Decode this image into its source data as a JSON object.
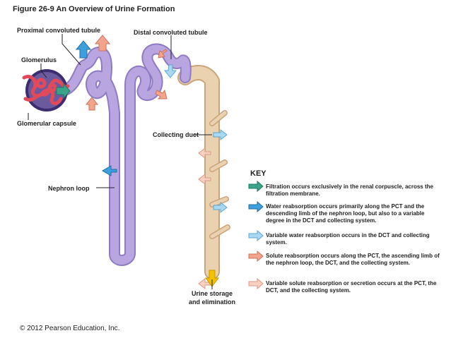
{
  "title": "Figure 26-9  An Overview of Urine Formation",
  "labels": {
    "pct": "Proximal convoluted tubule",
    "dct": "Distal convoluted tubule",
    "glomerulus": "Glomerulus",
    "capsule": "Glomerular capsule",
    "collecting": "Collecting duct",
    "loop": "Nephron loop",
    "urine_1": "Urine storage",
    "urine_2": "and elimination"
  },
  "key": {
    "heading": "KEY",
    "items": [
      {
        "color": "#3aa48a",
        "icon": "filtration-arrow",
        "text": "Filtration occurs exclusively in the renal corpuscle, across the filtration membrane."
      },
      {
        "color": "#3d9fdc",
        "icon": "water-reabsorption-arrow",
        "text": "Water reabsorption occurs primarily along the PCT and the descending limb of the nephron loop, but also to a variable degree in the DCT and collecting system."
      },
      {
        "color": "#a8d8f2",
        "icon": "variable-water-reabsorption-arrow",
        "text": "Variable water reabsorption occurs in the DCT and collecting system."
      },
      {
        "color": "#f2a48c",
        "icon": "solute-reabsorption-arrow",
        "text": "Solute reabsorption occurs along the PCT, the ascending limb of the nephron loop, the DCT, and the collecting system."
      },
      {
        "color": "#f8cfc0",
        "icon": "variable-solute-arrow",
        "text": "Variable solute reabsorption or secretion occurs at the PCT, the DCT, and the collecting system."
      }
    ]
  },
  "colors": {
    "tubule": "#b9a6e0",
    "tubule_edge": "#8f7bc4",
    "duct": "#ead2b0",
    "duct_edge": "#c9a57c",
    "glomerulus": "#e24a5a",
    "capsule": "#3c2d6e",
    "urine_arrow": "#f2c200"
  },
  "copyright": "© 2012 Pearson Education, Inc."
}
